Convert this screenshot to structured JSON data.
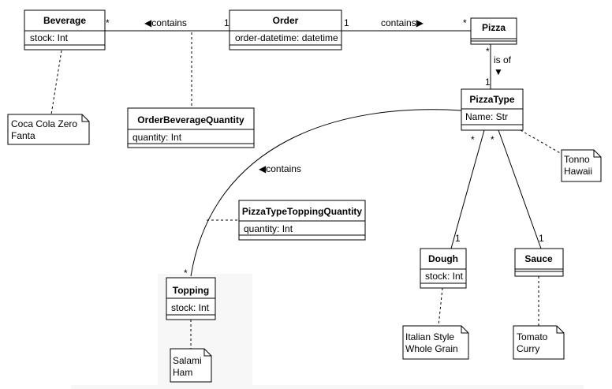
{
  "classes": {
    "beverage": {
      "name": "Beverage",
      "attr": "stock: Int"
    },
    "order": {
      "name": "Order",
      "attr": "order-datetime: datetime"
    },
    "pizza": {
      "name": "Pizza"
    },
    "pizzatype": {
      "name": "PizzaType",
      "attr": "Name: Str"
    },
    "obq": {
      "name": "OrderBeverageQuantity",
      "attr": "quantity: Int"
    },
    "pttq": {
      "name": "PizzaTypeToppingQuantity",
      "attr": "quantity: Int"
    },
    "topping": {
      "name": "Topping",
      "attr": "stock: Int"
    },
    "dough": {
      "name": "Dough",
      "attr": "stock: Int"
    },
    "sauce": {
      "name": "Sauce"
    }
  },
  "notes": {
    "beverage": [
      "Coca Cola Zero",
      "Fanta"
    ],
    "pizzatype": [
      "Tonno",
      "Hawaii"
    ],
    "topping": [
      "Salami",
      "Ham"
    ],
    "dough": [
      "Italian Style",
      "Whole Grain"
    ],
    "sauce": [
      "Tomato",
      "Curry"
    ]
  },
  "associations": {
    "order_beverage": {
      "label": "◀contains",
      "mult_beverage": "*",
      "mult_order": "1"
    },
    "order_pizza": {
      "label": "contains▶",
      "mult_order": "1",
      "mult_pizza": "*"
    },
    "pizza_type": {
      "label": "is of",
      "arrow": "▼",
      "mult_pizza": "*",
      "mult_type": "1"
    },
    "type_topping": {
      "label": "◀contains",
      "mult_topping": "*"
    },
    "type_dough": {
      "mult_type": "*",
      "mult_dough": "1"
    },
    "type_sauce": {
      "mult_type": "*",
      "mult_sauce": "1"
    }
  }
}
